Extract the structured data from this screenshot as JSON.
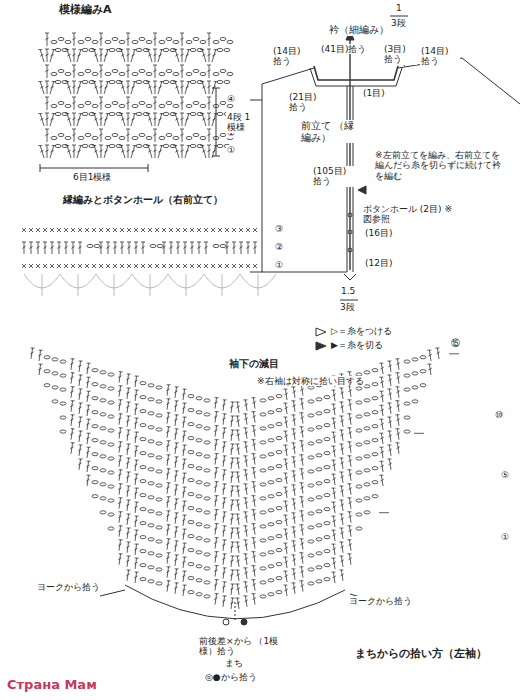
{
  "diagram": {
    "labels": [
      "模様編みA",
      "④",
      "③",
      "②",
      "①",
      "4段 1模様",
      "6目1模様",
      "衿（細編み）",
      "1",
      "3段",
      "(14目) 拾う",
      "(41目)拾う",
      "(3目) 拾う",
      "(14目) 拾う",
      "(21目) 拾う",
      "(1目)",
      "前立て （縁編み）",
      "(105目) 拾う",
      "※左前立てを編み、右前立てを編んだら糸を切らずに続けて衿を編む",
      "ボタンホール (2目) ※図参照",
      "(16目)",
      "(12目)",
      "1.5",
      "3段",
      "縁編みとボタンホール（右前立て）",
      "③",
      "②",
      "①",
      "▷＝糸をつける",
      "▶＝糸を切る",
      "袖下の減目",
      "※右袖は対称に拾い目する",
      "⑮",
      "⑩",
      "⑤",
      "①",
      "ヨークから拾う",
      "ヨークから拾う",
      "前後差×から （1模様）拾う",
      "まち",
      "◎●から拾う",
      "まちからの拾い方（左袖）",
      "Страна Мам"
    ]
  }
}
